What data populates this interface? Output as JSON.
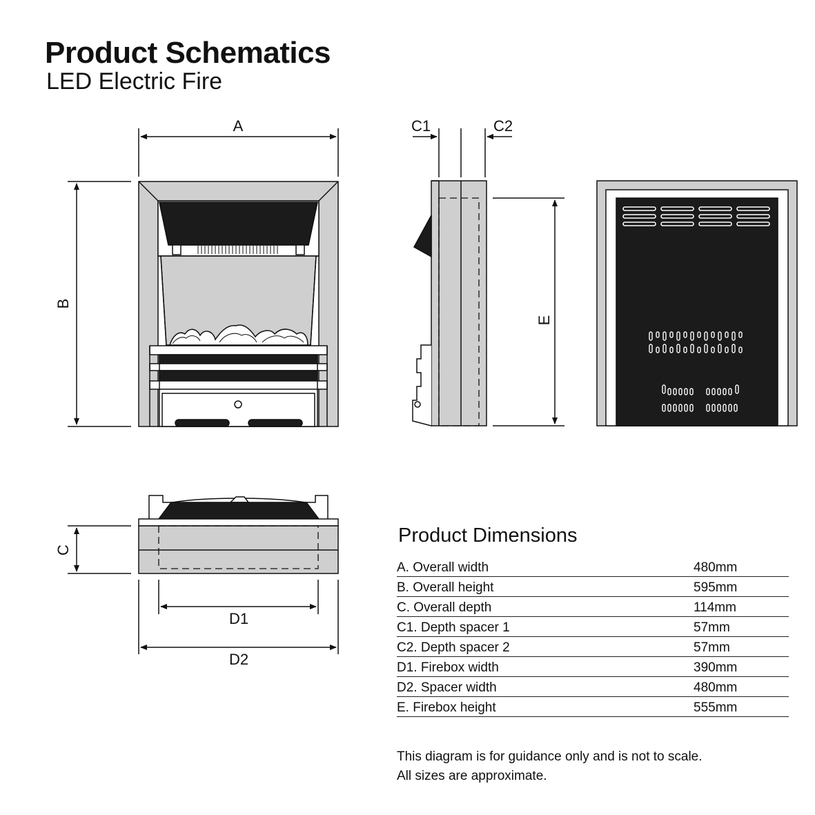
{
  "header": {
    "title": "Product Schematics",
    "subtitle": "LED Electric Fire"
  },
  "labels": {
    "A": "A",
    "B": "B",
    "C": "C",
    "C1": "C1",
    "C2": "C2",
    "D1": "D1",
    "D2": "D2",
    "E": "E"
  },
  "dimensions": {
    "heading": "Product Dimensions",
    "rows": [
      {
        "label": "A. Overall width",
        "value": "480mm"
      },
      {
        "label": "B. Overall height",
        "value": "595mm"
      },
      {
        "label": "C. Overall depth",
        "value": "114mm"
      },
      {
        "label": "C1. Depth spacer 1",
        "value": "57mm"
      },
      {
        "label": "C2. Depth spacer 2",
        "value": "57mm"
      },
      {
        "label": "D1. Firebox width",
        "value": "390mm"
      },
      {
        "label": "D2. Spacer width",
        "value": "480mm"
      },
      {
        "label": "E. Firebox height",
        "value": "555mm"
      }
    ]
  },
  "note": {
    "line1": "This diagram is for guidance only and is not to scale.",
    "line2": "All sizes are approximate."
  }
}
